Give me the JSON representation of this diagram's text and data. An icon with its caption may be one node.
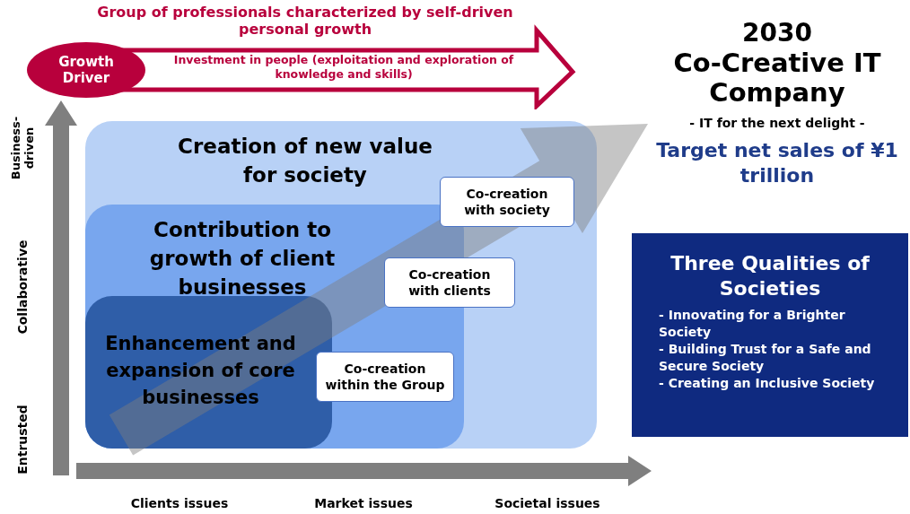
{
  "diagram": {
    "nodes": [
      {
        "text": [
          "Group of professionals characterized by self-driven personal growth",
          "Investment in people (exploitation and exploration of knowledge and skills)"
        ]
      },
      {
        "text": [
          "Growth Driver"
        ]
      },
      {
        "text": [
          "Creation of new value for society"
        ]
      },
      {
        "text": [
          "Contribution to growth of client businesses"
        ],
        "in": 2
      },
      {
        "text": [
          "Enhancement and expansion of core businesses"
        ],
        "in": 3
      },
      {
        "text": [
          "Co-creation with society"
        ],
        "in": 2
      },
      {
        "text": [
          "Co-creation with clients"
        ],
        "in": 2
      },
      {
        "text": [
          "Co-creation within the Group"
        ],
        "in": 3
      },
      {
        "text": [
          "Three Qualities of Societies",
          "- Innovating for a Brighter Society",
          "- Building Trust for a Safe and Secure Society",
          "- Creating an Inclusive Society"
        ]
      },
      {
        "text": [
          "2030",
          "Co-Creative IT Company",
          "- IT for the next delight -",
          "Target net sales of ¥1 trillion"
        ]
      }
    ],
    "edges": [
      {
        "from": 4,
        "to": 9,
        "arrow": "to",
        "style": "thick"
      }
    ],
    "labels": [
      "Business-driven",
      "Collaborative",
      "Entrusted",
      "Clients issues",
      "Market issues",
      "Societal issues"
    ]
  }
}
